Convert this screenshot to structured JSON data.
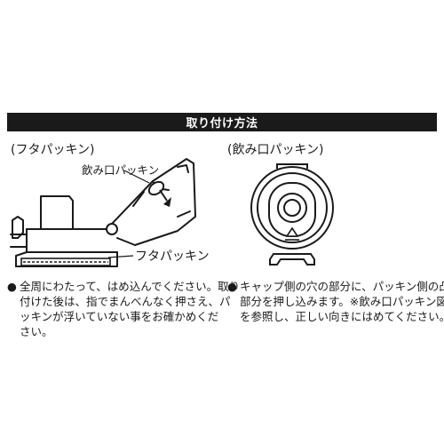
{
  "header": {
    "title": "取り付け方法"
  },
  "left": {
    "title": "(フタパッキン)",
    "callout_mouth": "飲み口パッキン",
    "callout_lid": "フタパッキン",
    "bullet": "●",
    "lines": [
      "全周にわたって、はめ込んでください。取り",
      "付けた後は、指でまんべんなく押さえ、パ",
      "ッキンが浮いていない事をお確かめくだ",
      "さい。"
    ]
  },
  "right": {
    "title": "(飲み口パッキン)",
    "bullet": "●",
    "lines": [
      "キャップ側の穴の部分に、パッキン側の凸",
      "部分を押し込みます。※飲み口パッキン図",
      "を参照し、正しい向きにはめてください。"
    ]
  },
  "colors": {
    "ink": "#1a1a1a",
    "paper": "#ffffff"
  }
}
